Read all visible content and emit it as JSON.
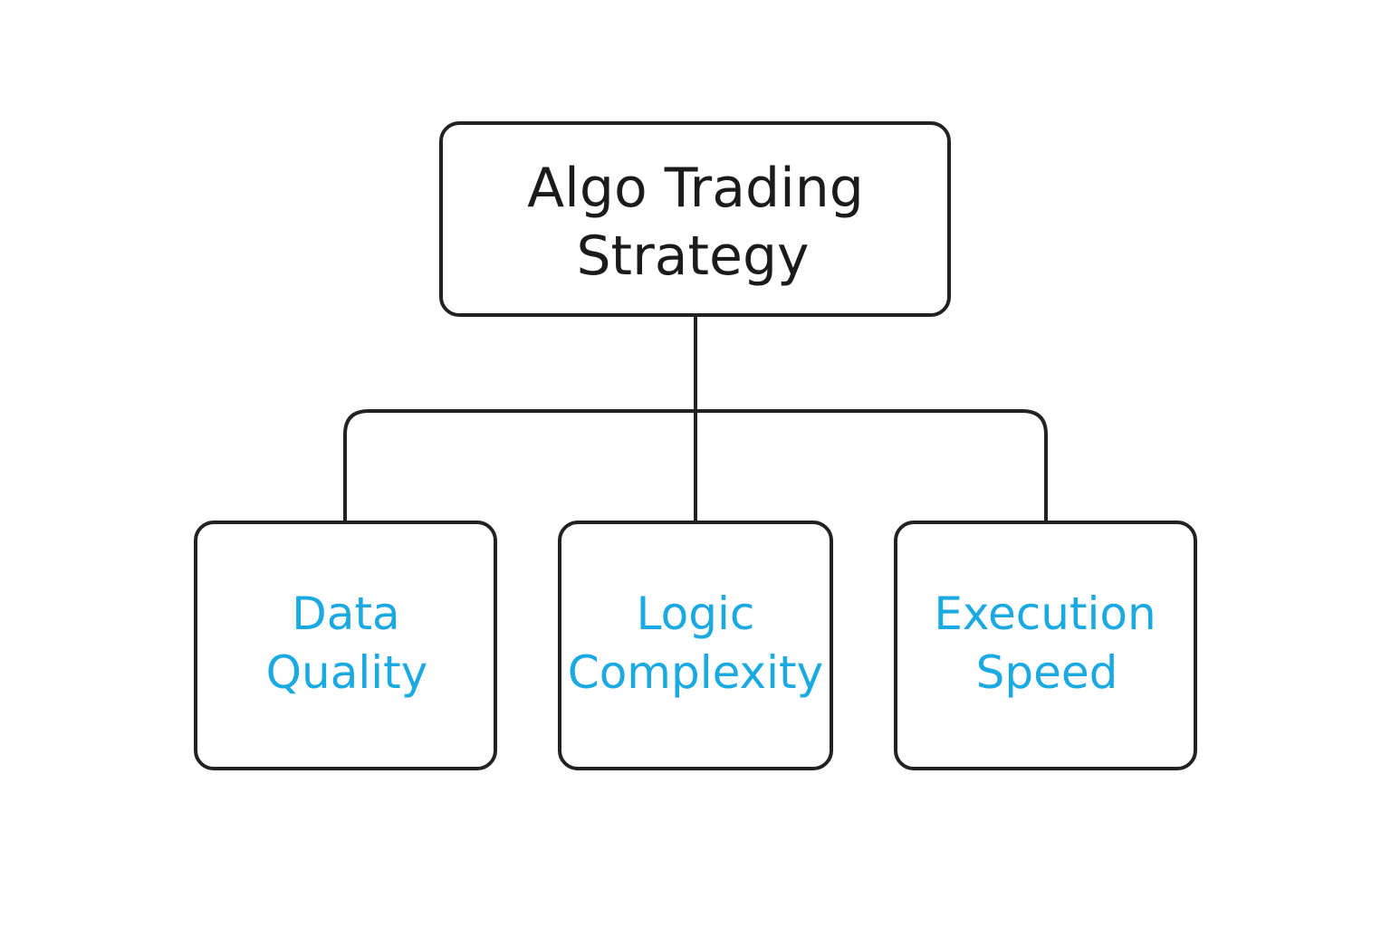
{
  "diagram": {
    "colors": {
      "root_text": "#1b1b1b",
      "child_text": "#1aa9e0",
      "stroke": "#222222"
    },
    "root": {
      "line1": "Algo Trading",
      "line2": "Strategy"
    },
    "children": [
      {
        "line1": "Data",
        "line2": "Quality"
      },
      {
        "line1": "Logic",
        "line2": "Complexity"
      },
      {
        "line1": "Execution",
        "line2": "Speed"
      }
    ]
  }
}
